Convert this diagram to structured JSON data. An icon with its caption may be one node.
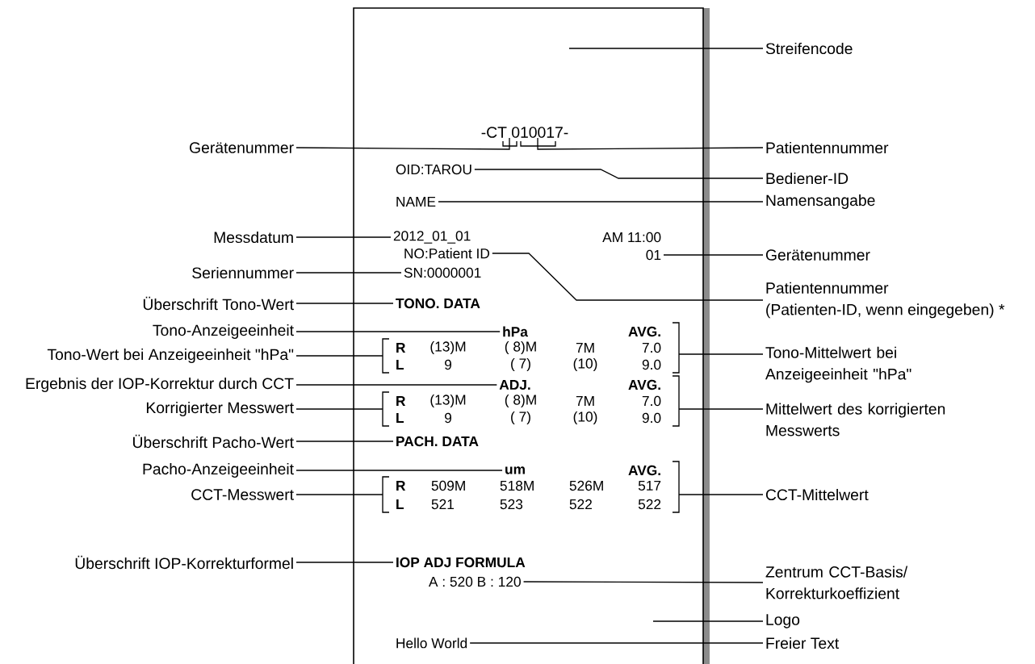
{
  "diagram": {
    "nodes": [
      {
        "text": [],
        "shape": "box"
      },
      {
        "text": [
          "Streifencode"
        ]
      },
      {
        "text": [
          "-CT 010017-"
        ],
        "in": 0
      },
      {
        "text": [
          "Gerätenummer"
        ]
      },
      {
        "text": [
          "Patientennummer"
        ]
      },
      {
        "text": [
          "OID:TAROU"
        ],
        "in": 0
      },
      {
        "text": [
          "Bediener-ID"
        ]
      },
      {
        "text": [
          "NAME"
        ],
        "in": 0
      },
      {
        "text": [
          "Namensangabe"
        ]
      },
      {
        "text": [
          "Messdatum"
        ]
      },
      {
        "text": [
          "2012_01_01"
        ],
        "in": 0
      },
      {
        "text": [
          "NO:Patient ID"
        ],
        "in": 0
      },
      {
        "text": [
          "01"
        ],
        "in": 0
      },
      {
        "text": [
          "Gerätenummer"
        ]
      },
      {
        "text": [
          "Seriennummer"
        ]
      },
      {
        "text": [
          "SN:0000001"
        ],
        "in": 0
      },
      {
        "text": [
          "Patientennummer",
          "(Patienten-ID, wenn eingegeben) *"
        ]
      },
      {
        "text": [
          "Überschrift Tono-Wert"
        ]
      },
      {
        "text": [
          "TONO. DATA"
        ],
        "in": 0
      },
      {
        "text": [
          "Tono-Anzeigeeinheit"
        ]
      },
      {
        "text": [
          "hPa"
        ],
        "in": 0
      },
      {
        "text": [
          "Tono-Wert bei Anzeigeeinheit \"hPa\""
        ]
      },
      {
        "text": [
          "Tono-Mittelwert bei Anzeigeeinheit \"hPa\""
        ]
      },
      {
        "text": [
          "Ergebnis der IOP-Korrektur durch CCT"
        ]
      },
      {
        "text": [
          "ADJ."
        ],
        "in": 0
      },
      {
        "text": [
          "Korrigierter Messwert"
        ]
      },
      {
        "text": [
          "Mittelwert des korrigierten Messwerts"
        ]
      },
      {
        "text": [
          "Überschrift Pacho-Wert"
        ]
      },
      {
        "text": [
          "PACH. DATA"
        ],
        "in": 0
      },
      {
        "text": [
          "Pacho-Anzeigeeinheit"
        ]
      },
      {
        "text": [
          "um"
        ],
        "in": 0
      },
      {
        "text": [
          "CCT-Messwert"
        ]
      },
      {
        "text": [
          "CCT-Mittelwert"
        ]
      },
      {
        "text": [
          "Überschrift IOP-Korrekturformel"
        ]
      },
      {
        "text": [
          "IOP ADJ FORMULA"
        ],
        "in": 0
      },
      {
        "text": [
          "A : 520   B : 120"
        ],
        "in": 0
      },
      {
        "text": [
          "Zentrum CCT-Basis/ Korrekturkoeffizient"
        ]
      },
      {
        "text": [
          "Logo"
        ]
      },
      {
        "text": [
          "Hello World"
        ],
        "in": 0
      },
      {
        "text": [
          "Freier Text"
        ]
      }
    ],
    "edges": [
      {
        "from": null,
        "to": 1,
        "arrow": "none"
      },
      {
        "from": 3,
        "to": 2,
        "arrow": "none"
      },
      {
        "from": 4,
        "to": 2,
        "arrow": "none"
      },
      {
        "from": 6,
        "to": 5,
        "arrow": "none"
      },
      {
        "from": 8,
        "to": 7,
        "arrow": "none"
      },
      {
        "from": 9,
        "to": 10,
        "arrow": "none"
      },
      {
        "from": 13,
        "to": 12,
        "arrow": "none"
      },
      {
        "from": 14,
        "to": 15,
        "arrow": "none"
      },
      {
        "from": 16,
        "to": 11,
        "arrow": "none"
      },
      {
        "from": 17,
        "to": 18,
        "arrow": "none"
      },
      {
        "from": 19,
        "to": 20,
        "arrow": "none"
      },
      {
        "from": 21,
        "to": null,
        "arrow": "none"
      },
      {
        "from": 22,
        "to": null,
        "arrow": "none"
      },
      {
        "from": 23,
        "to": 24,
        "arrow": "none"
      },
      {
        "from": 25,
        "to": null,
        "arrow": "none"
      },
      {
        "from": 26,
        "to": null,
        "arrow": "none"
      },
      {
        "from": 27,
        "to": 28,
        "arrow": "none"
      },
      {
        "from": 29,
        "to": 30,
        "arrow": "none"
      },
      {
        "from": 31,
        "to": null,
        "arrow": "none"
      },
      {
        "from": 32,
        "to": null,
        "arrow": "none"
      },
      {
        "from": 33,
        "to": 34,
        "arrow": "none"
      },
      {
        "from": 36,
        "to": 35,
        "arrow": "none"
      },
      {
        "from": 37,
        "to": null,
        "arrow": "none"
      },
      {
        "from": 39,
        "to": 38,
        "arrow": "none"
      }
    ],
    "labels": [
      "AM 11:00",
      "AVG.",
      "R",
      "(13)M",
      "( 8)M",
      "7M",
      "7.0",
      "L",
      "9",
      "( 7)",
      "(10)",
      "9.0",
      "AVG.",
      "R",
      "(13)M",
      "( 8)M",
      "7M",
      "7.0",
      "L",
      "9",
      "( 7)",
      "(10)",
      "9.0",
      "AVG.",
      "R",
      "509M",
      "518M",
      "526M",
      "517",
      "L",
      "521",
      "523",
      "522",
      "522"
    ]
  }
}
